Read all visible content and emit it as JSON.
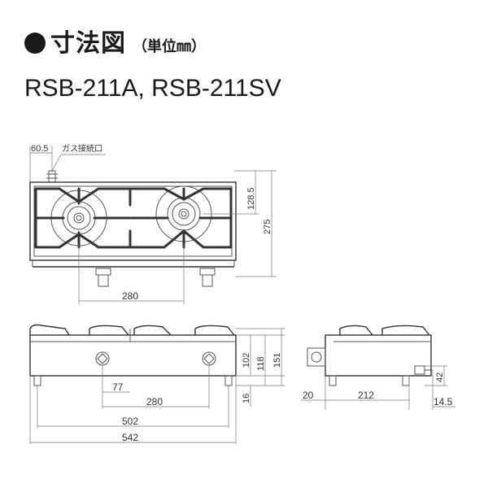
{
  "header": {
    "title": "寸法図",
    "unit": "（単位㎜）",
    "models": "RSB-211A, RSB-211SV"
  },
  "top_view": {
    "gas_inlet_offset": "60.5",
    "gas_inlet_label": "ガス接続口",
    "center_distance": "280",
    "burner_to_front": "128.5",
    "depth": "275"
  },
  "front_view": {
    "height_body": "102",
    "height_to_grate": "118",
    "height_total": "151",
    "leg_height": "16",
    "left_offset": "77",
    "center_distance": "280",
    "width_inner": "502",
    "width_total": "542"
  },
  "side_view": {
    "rear_offset": "20",
    "depth": "212",
    "front_offset": "14.5",
    "inlet_height": "42"
  }
}
